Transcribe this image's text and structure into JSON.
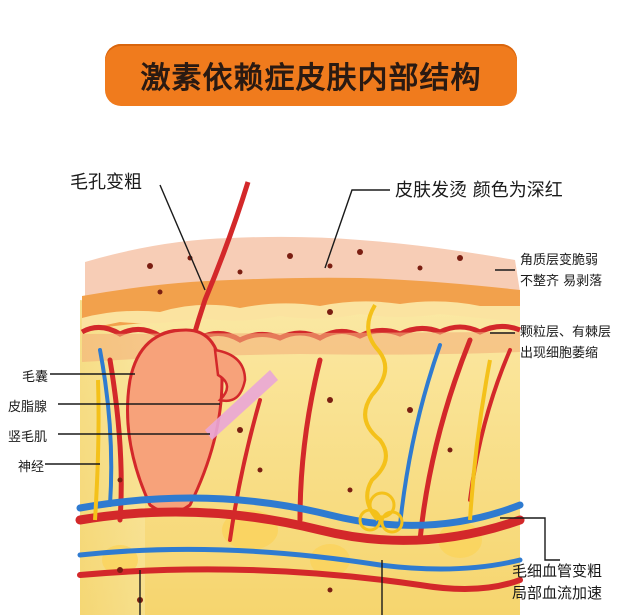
{
  "title": "激素依赖症皮肤内部结构",
  "labels": {
    "pore": "毛孔变粗",
    "skin_hot": "皮肤发烫 颜色为深红",
    "stratum_corneum_line1": "角质层变脆弱",
    "stratum_corneum_line2": "不整齐 易剥落",
    "granular_line1": "颗粒层、有棘层",
    "granular_line2": "出现细胞萎缩",
    "capillary_line1": "毛细血管变粗",
    "capillary_line2": "局部血流加速",
    "hair_follicle": "毛囊",
    "sebaceous_gland": "皮脂腺",
    "arrector_pili": "竖毛肌",
    "nerve": "神经"
  },
  "colors": {
    "banner": "#f07b1d",
    "epidermis_top": "#f7d0b8",
    "epidermis_band": "#f3a35a",
    "dermis": "#f9e08a",
    "artery": "#d3282a",
    "vein": "#2f7bd0",
    "nerve": "#f4c11a"
  }
}
